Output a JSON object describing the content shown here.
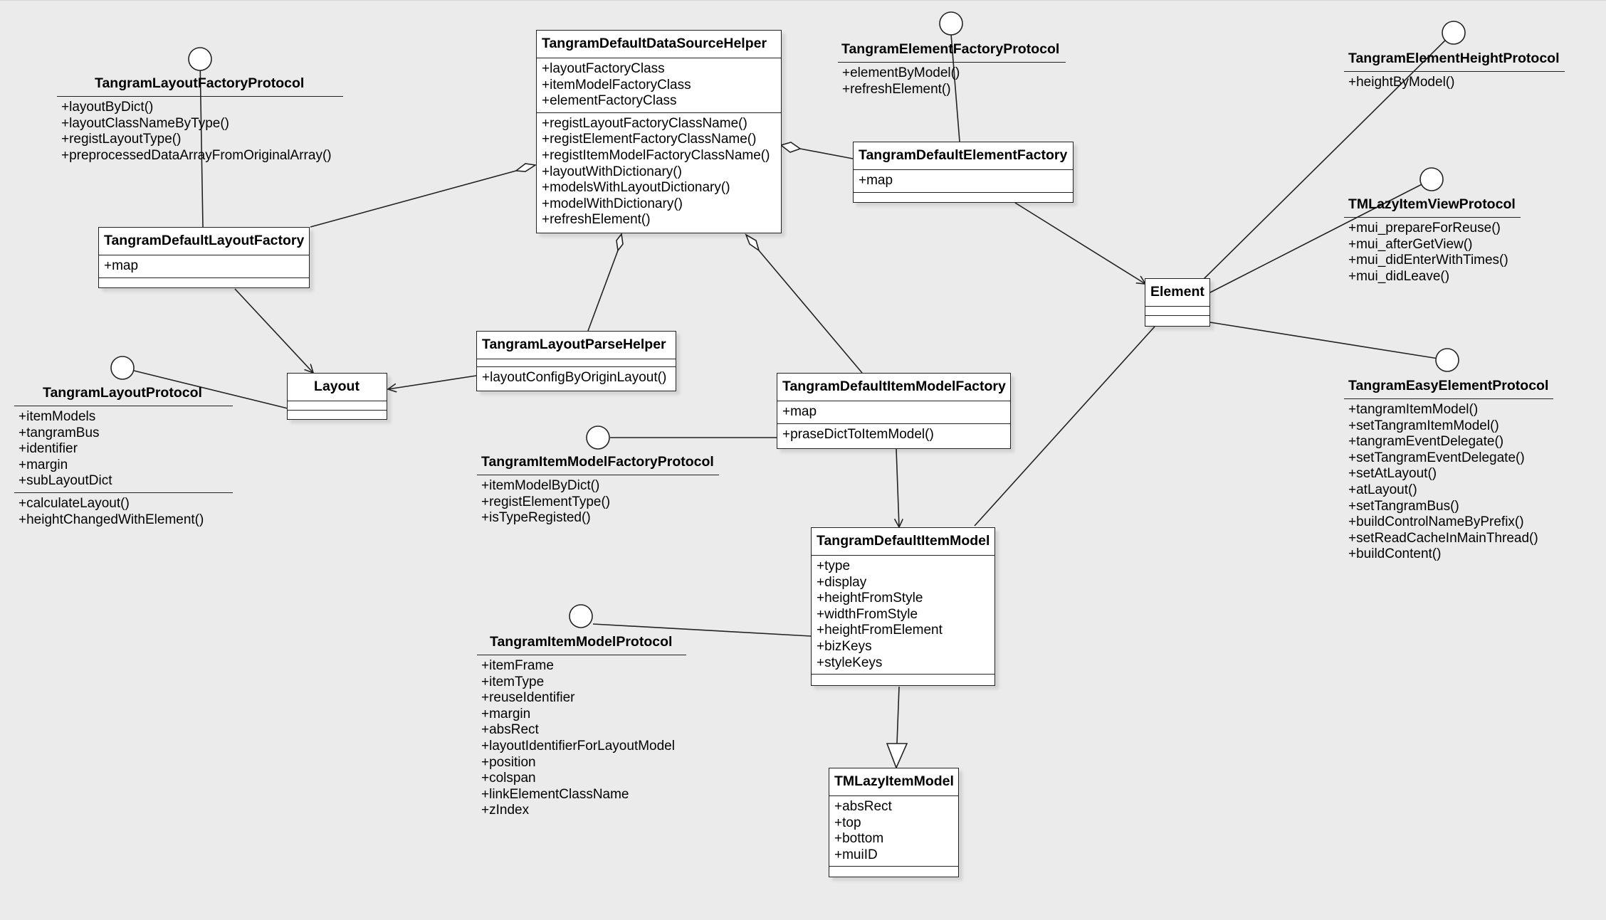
{
  "classes": {
    "data_source_helper": {
      "name": "TangramDefaultDataSourceHelper",
      "attributes": [
        "+layoutFactoryClass",
        "+itemModelFactoryClass",
        "+elementFactoryClass"
      ],
      "methods": [
        "+registLayoutFactoryClassName()",
        "+registElementFactoryClassName()",
        "+registItemModelFactoryClassName()",
        "+layoutWithDictionary()",
        "+modelsWithLayoutDictionary()",
        "+modelWithDictionary()",
        "+refreshElement()"
      ]
    },
    "layout_factory": {
      "name": "TangramDefaultLayoutFactory",
      "attributes": [
        "+map"
      ]
    },
    "element_factory": {
      "name": "TangramDefaultElementFactory",
      "attributes": [
        "+map"
      ]
    },
    "element": {
      "name": "Element"
    },
    "layout": {
      "name": "Layout"
    },
    "layout_parse_helper": {
      "name": "TangramLayoutParseHelper",
      "methods": [
        "+layoutConfigByOriginLayout()"
      ]
    },
    "item_model_factory": {
      "name": "TangramDefaultItemModelFactory",
      "attributes": [
        "+map"
      ],
      "methods": [
        "+praseDictToItemModel()"
      ]
    },
    "item_model": {
      "name": "TangramDefaultItemModel",
      "attributes": [
        "+type",
        "+display",
        "+heightFromStyle",
        "+widthFromStyle",
        "+heightFromElement",
        "+bizKeys",
        "+styleKeys"
      ]
    },
    "lazy_item_model": {
      "name": "TMLazyItemModel",
      "attributes": [
        "+absRect",
        "+top",
        "+bottom",
        "+muiID"
      ]
    }
  },
  "interfaces": {
    "layout_factory_protocol": {
      "name": "TangramLayoutFactoryProtocol",
      "methods": [
        "+layoutByDict()",
        "+layoutClassNameByType()",
        "+registLayoutType()",
        "+preprocessedDataArrayFromOriginalArray()"
      ]
    },
    "element_factory_protocol": {
      "name": "TangramElementFactoryProtocol",
      "methods": [
        "+elementByModel()",
        "+refreshElement()"
      ]
    },
    "element_height_protocol": {
      "name": "TangramElementHeightProtocol",
      "methods": [
        "+heightByModel()"
      ]
    },
    "lazy_item_view_protocol": {
      "name": "TMLazyItemViewProtocol",
      "methods": [
        "+mui_prepareForReuse()",
        "+mui_afterGetView()",
        "+mui_didEnterWithTimes()",
        "+mui_didLeave()"
      ]
    },
    "easy_element_protocol": {
      "name": "TangramEasyElementProtocol",
      "methods": [
        "+tangramItemModel()",
        "+setTangramItemModel()",
        "+tangramEventDelegate()",
        "+setTangramEventDelegate()",
        "+setAtLayout()",
        "+atLayout()",
        "+setTangramBus()",
        "+buildControlNameByPrefix()",
        "+setReadCacheInMainThread()",
        "+buildContent()"
      ]
    },
    "layout_protocol": {
      "name": "TangramLayoutProtocol",
      "attributes": [
        "+itemModels",
        "+tangramBus",
        "+identifier",
        "+margin",
        "+subLayoutDict"
      ],
      "methods": [
        "+calculateLayout()",
        "+heightChangedWithElement()"
      ]
    },
    "item_model_factory_protocol": {
      "name": "TangramItemModelFactoryProtocol",
      "methods": [
        "+itemModelByDict()",
        "+registElementType()",
        "+isTypeRegisted()"
      ]
    },
    "item_model_protocol": {
      "name": "TangramItemModelProtocol",
      "methods": [
        "+itemFrame",
        "+itemType",
        "+reuseIdentifier",
        "+margin",
        "+absRect",
        "+layoutIdentifierForLayoutModel",
        "+position",
        "+colspan",
        "+linkElementClassName",
        "+zIndex"
      ]
    }
  },
  "colors": {
    "background": "#ebebeb",
    "box_fill": "#ffffff",
    "stroke": "#222222"
  }
}
